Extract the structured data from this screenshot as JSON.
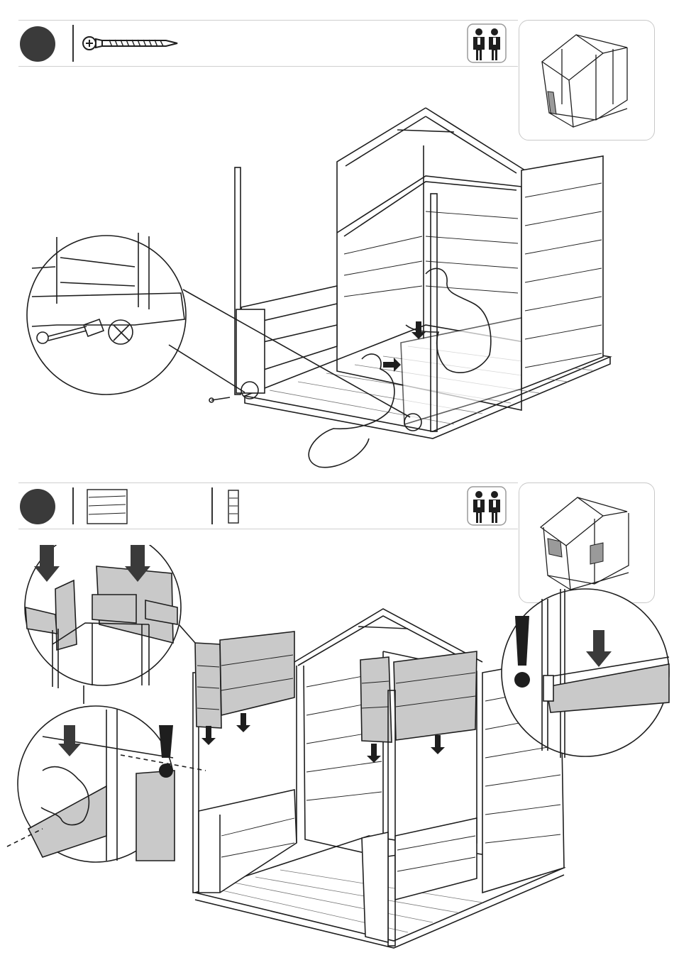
{
  "steps": [
    {
      "number": "",
      "parts": [
        "screw-icon"
      ],
      "people": "two-people-icon",
      "overview": "shed-overview-icon",
      "details": [
        "screw-detail-zoom",
        "do-not-overtighten-icon"
      ]
    },
    {
      "number": "",
      "parts": [
        "wall-panel-icon",
        "small-panel-icon"
      ],
      "people": "two-people-icon",
      "overview": "shed-overview-icon",
      "details": [
        "panel-slot-zoom",
        "hand-insert-zoom",
        "panel-lock-zoom",
        "attention-icon"
      ]
    }
  ],
  "colors": {
    "line": "#1e1e1e",
    "panel_gray": "#c9c9c9",
    "highlight_gray": "#9a9a9a",
    "number_disc": "#3a3a3a"
  }
}
